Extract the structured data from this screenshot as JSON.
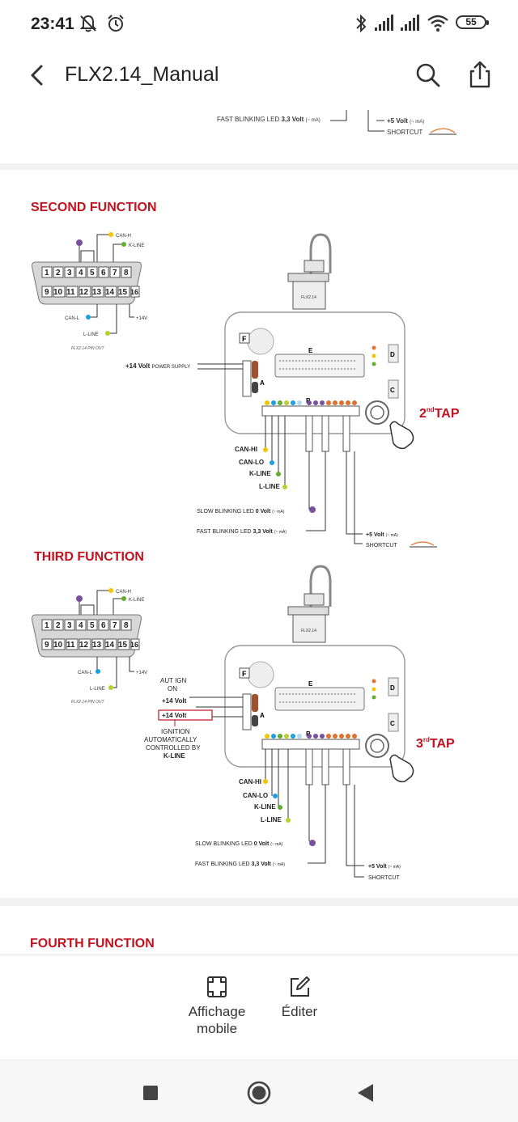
{
  "status": {
    "time": "23:41",
    "battery": "55",
    "icons": [
      "silent-mode-icon",
      "alarm-icon",
      "bluetooth-icon",
      "signal-1-icon",
      "signal-2-icon",
      "wifi-icon",
      "battery-icon"
    ]
  },
  "appbar": {
    "title": "FLX2.14_Manual",
    "icons": [
      "back-arrow-icon",
      "search-icon",
      "share-icon"
    ]
  },
  "page_top": {
    "fast_led": "FAST BLINKING LED",
    "fast_led_value": "3,3 Volt",
    "fast_led_unit": "(~ mA)",
    "plus5": "+5 Volt",
    "plus5_unit": "(~ mA)",
    "shortcut": "SHORTCUT"
  },
  "second_function": {
    "title": "SECOND FUNCTION",
    "obd_top": [
      "CAN-H",
      "K-LINE"
    ],
    "obd_bottom": [
      "CAN-L",
      "L-LINE",
      "+14V"
    ],
    "obd_caption": "FLX2.14 PIN OUT",
    "power_label": "+14 Volt",
    "power_label_small": "POWER SUPPLY",
    "device_letters": [
      "F",
      "E",
      "D",
      "C",
      "A",
      "B"
    ],
    "device_name": "FLX2.14",
    "outputs": [
      "CAN-HI",
      "CAN-LO",
      "K-LINE",
      "L-LINE"
    ],
    "slow_led": "SLOW BLINKING LED",
    "slow_led_value": "0 Volt",
    "slow_led_unit": "(~ mA)",
    "fast_led": "FAST BLINKING LED",
    "fast_led_value": "3,3 Volt",
    "fast_led_unit": "(~ mA)",
    "plus5": "+5 Volt",
    "plus5_unit": "(~ mA)",
    "shortcut": "SHORTCUT",
    "tap_num": "2",
    "tap_sup": "nd",
    "tap_word": "TAP"
  },
  "third_function": {
    "title": "THIRD FUNCTION",
    "obd_top": [
      "CAN-H",
      "K-LINE"
    ],
    "obd_bottom": [
      "CAN-L",
      "L-LINE",
      "+14V"
    ],
    "obd_caption": "FLX2.14 PIN OUT",
    "aut_ign": [
      "AUT IGN",
      "ON"
    ],
    "plus14_a": "+14 Volt",
    "plus14_b": "+14 Volt",
    "ignition_note": [
      "IGNITION",
      "AUTOMATICALLY",
      "CONTROLLED BY",
      "K-LINE"
    ],
    "device_letters": [
      "F",
      "E",
      "D",
      "C",
      "A",
      "B"
    ],
    "device_name": "FLX2.14",
    "outputs": [
      "CAN-HI",
      "CAN-LO",
      "K-LINE",
      "L-LINE"
    ],
    "slow_led": "SLOW BLINKING LED",
    "slow_led_value": "0 Volt",
    "slow_led_unit": "(~ mA)",
    "fast_led": "FAST BLINKING LED",
    "fast_led_value": "3,3 Volt",
    "fast_led_unit": "(~ mA)",
    "plus5": "+5 Volt",
    "plus5_unit": "(~ mA)",
    "shortcut": "SHORTCUT",
    "tap_num": "3",
    "tap_sup": "rd",
    "tap_word": "TAP"
  },
  "fourth_function": {
    "title": "FOURTH FUNCTION"
  },
  "bottom_actions": {
    "mobile_view": [
      "Affichage",
      "mobile"
    ],
    "edit": "Éditer"
  },
  "colors": {
    "accent_red": "#c1121f",
    "can_h": "#f2c500",
    "can_l": "#1a9fe0",
    "k_line": "#5fae2e",
    "l_line": "#b8d12a",
    "led": "#7b4fa0",
    "orange": "#e0702a"
  },
  "navigation": [
    "recents-square-icon",
    "home-circle-icon",
    "back-triangle-icon"
  ]
}
